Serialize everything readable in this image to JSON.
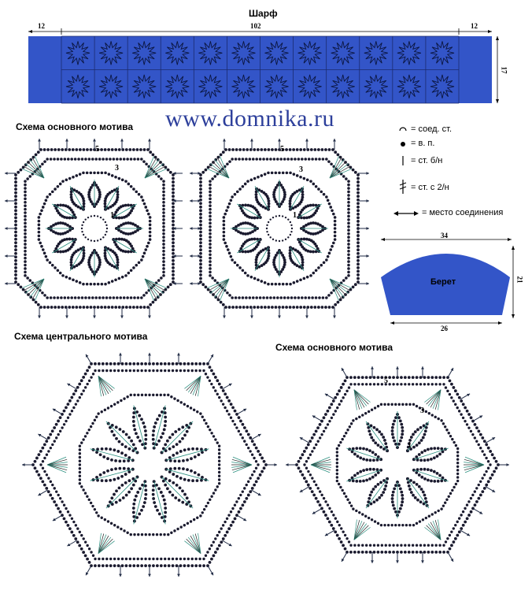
{
  "scarf": {
    "title": "Шарф",
    "dim_left": "12",
    "dim_center": "102",
    "dim_right": "12",
    "dim_height": "17",
    "rows": 2,
    "cols": 12,
    "color": "#3355c8"
  },
  "watermark": "www.domnika.ru",
  "labels": {
    "basic_top": "Схема основного мотива",
    "central": "Схема центрального мотива",
    "basic_bottom": "Схема основного мотива"
  },
  "round_numbers": {
    "r1": "1",
    "r3": "3",
    "r5": "5"
  },
  "legend": [
    {
      "symbol": "slip-stitch-icon",
      "text": "= соед. ст."
    },
    {
      "symbol": "chain-dot-icon",
      "text": "= в. п."
    },
    {
      "symbol": "single-crochet-icon",
      "text": "= ст. б/н"
    },
    {
      "symbol": "double-treble-icon",
      "text": "= ст. с 2/н"
    },
    {
      "symbol": "join-arrow-icon",
      "text": "= место соединения"
    }
  ],
  "beret": {
    "label": "Берет",
    "dim_top": "34",
    "dim_side": "21",
    "dim_bottom": "26",
    "color": "#3355c8"
  },
  "colors": {
    "dot": "#1a1a2e",
    "teal": "#2a8f7f",
    "arrow": "#1f2a44"
  }
}
